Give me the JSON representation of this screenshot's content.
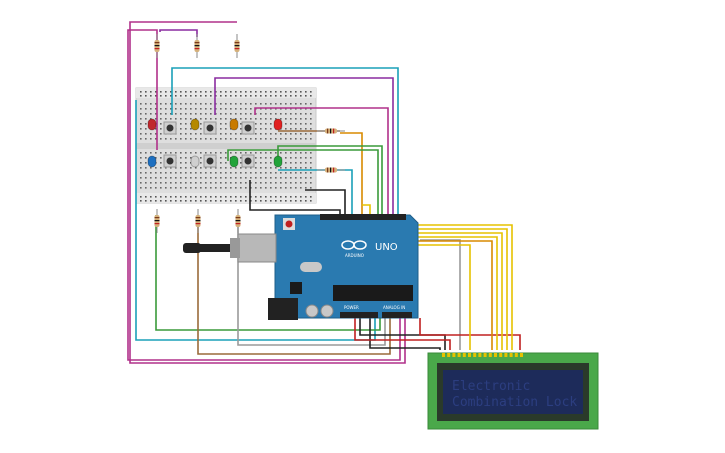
{
  "lcd": {
    "line1": "Electronic",
    "line2": "Combination Lock",
    "bezel_color": "#4aa84a",
    "screen_color": "#1d2b5a",
    "text_color": "#2c3e80"
  },
  "arduino": {
    "model": "UNO",
    "brand": "ARDUINO",
    "power_label": "POWER",
    "analog_label": "ANALOG IN",
    "board_color": "#2a7ab0"
  },
  "components": {
    "leds": [
      "red",
      "yellow",
      "orange",
      "red",
      "blue",
      "white",
      "green",
      "green"
    ],
    "led_colors": [
      "#c0272d",
      "#b58900",
      "#c87a00",
      "#e02020",
      "#1d6fc0",
      "#cfcfcf",
      "#22a33a",
      "#22a33a"
    ],
    "button_count": 6,
    "resistor_count": 8
  },
  "wire_colors": {
    "magenta": "#b0308a",
    "purple": "#8a2ca0",
    "cyan": "#1aa0b8",
    "orange": "#d98a00",
    "brown": "#9a6a3a",
    "green": "#3a9a3a",
    "gray": "#9a9a9a",
    "yellow": "#e6c200",
    "red": "#c02020",
    "black": "#222222"
  }
}
